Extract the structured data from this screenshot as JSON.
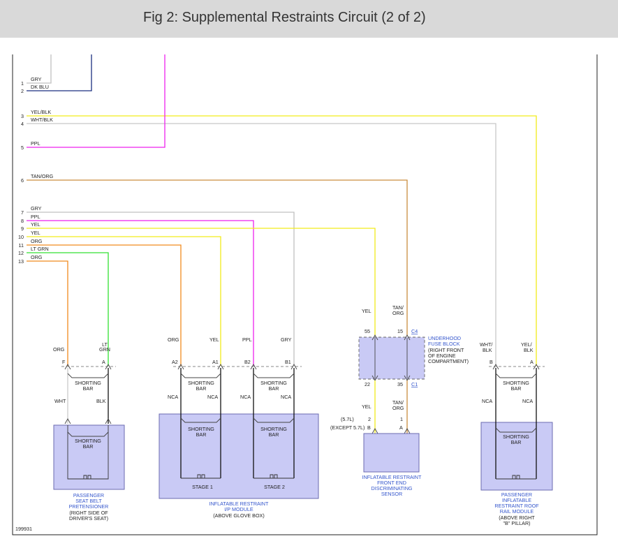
{
  "title": "Fig 2: Supplemental Restraints Circuit (2 of 2)",
  "figure_number": "199931",
  "colors": {
    "gry": "#c0c0c0",
    "dk_blu": "#1a2f80",
    "yel": "#f2ec1a",
    "wht": "#c8c8c8",
    "ppl": "#ee22ee",
    "tan_org": "#c98d3e",
    "org": "#f08a1e",
    "lt_grn": "#33e033",
    "black": "#111111",
    "module_fill": "#c9caf5",
    "module_stroke": "#6b6bb0",
    "label_blue": "#3355cc"
  },
  "connector_pins": [
    {
      "pin": "1",
      "wire": "GRY"
    },
    {
      "pin": "2",
      "wire": "DK BLU"
    },
    {
      "pin": "3",
      "wire": "YEL/BLK"
    },
    {
      "pin": "4",
      "wire": "WHT/BLK"
    },
    {
      "pin": "5",
      "wire": "PPL"
    },
    {
      "pin": "6",
      "wire": "TAN/ORG"
    },
    {
      "pin": "7",
      "wire": "GRY"
    },
    {
      "pin": "8",
      "wire": "PPL"
    },
    {
      "pin": "9",
      "wire": "YEL"
    },
    {
      "pin": "10",
      "wire": "YEL"
    },
    {
      "pin": "11",
      "wire": "ORG"
    },
    {
      "pin": "12",
      "wire": "LT GRN"
    },
    {
      "pin": "13",
      "wire": "ORG"
    }
  ],
  "pretensioner": {
    "wire_org": "ORG",
    "wire_lt": "LT",
    "wire_grn": "GRN",
    "pin_f": "F",
    "pin_a": "A",
    "shorting_bar": [
      "SHORTING",
      "BAR"
    ],
    "lower_left": "WHT",
    "lower_right": "BLK",
    "inner": [
      "SHORTING",
      "BAR"
    ],
    "name": [
      "PASSENGER",
      "SEAT BELT",
      "PRETENSIONER"
    ],
    "location": [
      "(RIGHT SIDE OF",
      "DRIVER'S SEAT)"
    ]
  },
  "ip_module": {
    "wires": [
      "ORG",
      "YEL",
      "PPL",
      "GRY"
    ],
    "pins": [
      "A2",
      "A1",
      "B2",
      "B1"
    ],
    "shorting_bar": [
      "SHORTING",
      "BAR"
    ],
    "nca": "NCA",
    "inner": [
      "SHORTING",
      "BAR"
    ],
    "stages": [
      "STAGE 1",
      "STAGE 2"
    ],
    "name": [
      "INFLATABLE RESTRAINT",
      "I/P MODULE"
    ],
    "location": "(ABOVE GLOVE BOX)"
  },
  "fuse_block": {
    "wire_left_top": "YEL",
    "wire_right_top": [
      "TAN/",
      "ORG"
    ],
    "pin_top_left": "55",
    "pin_top_right": "15",
    "conn_top": "C4",
    "pin_bottom_left": "22",
    "pin_bottom_right": "35",
    "conn_bottom": "C1",
    "name": [
      "UNDERHOOD",
      "FUSE BLOCK",
      "(RIGHT FRONT",
      "OF ENGINE",
      "COMPARTMENT)"
    ]
  },
  "sensor": {
    "wire_left": "YEL",
    "wire_right": [
      "TAN/",
      "ORG"
    ],
    "pin_57": "(5.7L)",
    "pin_57_num": "2",
    "pin_right_num": "1",
    "pin_except": "(EXCEPT 5.7L)",
    "pin_except_letter": "B",
    "pin_right_letter": "A",
    "name": [
      "INFLATABLE RESTRAINT",
      "FRONT END",
      "DISCRIMINATING",
      "SENSOR"
    ]
  },
  "roof_rail": {
    "wire_left": [
      "WHT/",
      "BLK"
    ],
    "wire_right": [
      "YEL/",
      "BLK"
    ],
    "pin_b": "B",
    "pin_a": "A",
    "shorting_bar": [
      "SHORTING",
      "BAR"
    ],
    "nca": "NCA",
    "inner": [
      "SHORTING",
      "BAR"
    ],
    "name": [
      "PASSENGER",
      "INFLATABLE",
      "RESTRAINT ROOF",
      "RAIL MODULE"
    ],
    "location": [
      "(ABOVE RIGHT",
      "\"B\" PILLAR)"
    ]
  }
}
